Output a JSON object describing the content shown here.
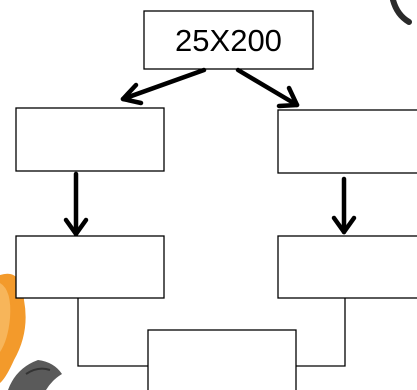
{
  "diagram": {
    "root": {
      "label": "25X200"
    },
    "left_branch": {
      "label_1": "",
      "label_2": ""
    },
    "right_branch": {
      "label_1": "",
      "label_2": ""
    },
    "bottom": {
      "label": ""
    }
  },
  "colors": {
    "stroke": "#000000",
    "box_fill": "#ffffff",
    "background": "#ffffff",
    "mascot_orange": "#f39a2b",
    "mascot_gray": "#5a5a5a"
  },
  "icons": {
    "top_right_partial": "partial-circle-shape",
    "bottom_left_partial": "cartoon-mascot-partial"
  }
}
